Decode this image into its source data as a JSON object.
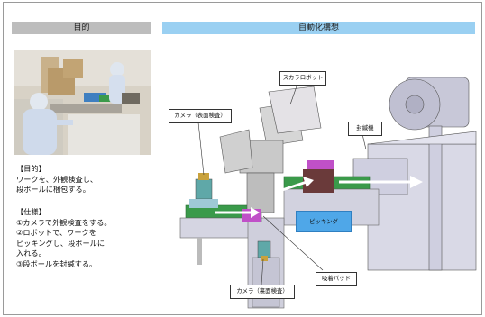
{
  "header": {
    "left_title": "目的",
    "right_title": "自動化構想"
  },
  "purpose": {
    "heading": "【目的】",
    "lines": [
      "ワークを、外観検査し、",
      "段ボールに梱包する。"
    ]
  },
  "spec": {
    "heading": "【仕様】",
    "lines": [
      "①カメラで外観検査をする。",
      "②ロボットで、ワークを",
      "ピッキングし、段ボールに",
      "入れる。",
      "③段ボールを封緘する。"
    ]
  },
  "diagram_labels": {
    "scara_robot": "スカラロボット",
    "camera_top": "カメラ（表面検査）",
    "sealer": "封緘機",
    "picking": "ピッキング",
    "suction_pad": "吸着パッド",
    "camera_bottom": "カメラ（裏面検査）"
  },
  "colors": {
    "left_header_bg": "#bdbdbd",
    "right_header_bg": "#9ad0f2",
    "picking_box": "#4fa7e8",
    "conveyor_green": "#3a9a4a",
    "workpiece_magenta": "#c050c8"
  }
}
